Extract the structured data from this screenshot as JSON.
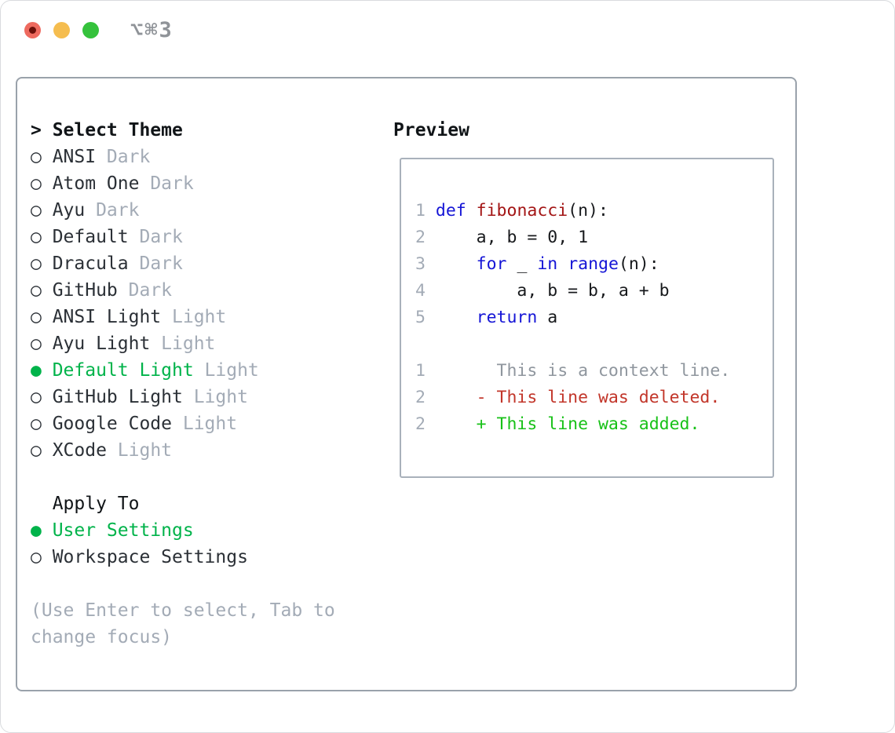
{
  "window": {
    "titlebar_label": "⌥⌘3"
  },
  "colors": {
    "panel_border": "#9aa2ab",
    "box_border": "#a9b1bb",
    "header_text": "#101417",
    "item_text": "#2b3036",
    "muted": "#a3abb6",
    "green": "#00b34a",
    "ln_gray": "#a3abb6",
    "kw_blue": "#1515d6",
    "fn_red": "#a31515",
    "code_text": "#17191c",
    "ctx_gray": "#8f969e",
    "del_red": "#c2362a",
    "add_green": "#17c117",
    "title_gray": "#8f9398",
    "tl_red": "#ee6a5f",
    "tl_red_dot": "#6b100a",
    "tl_yellow": "#f5bd4f",
    "tl_green": "#35c23c"
  },
  "picker": {
    "header_prefix": ">",
    "header": "Select Theme",
    "themes": [
      {
        "marker": "○",
        "name": "ANSI",
        "variant": "Dark",
        "selected": false
      },
      {
        "marker": "○",
        "name": "Atom One",
        "variant": "Dark",
        "selected": false
      },
      {
        "marker": "○",
        "name": "Ayu",
        "variant": "Dark",
        "selected": false
      },
      {
        "marker": "○",
        "name": "Default",
        "variant": "Dark",
        "selected": false
      },
      {
        "marker": "○",
        "name": "Dracula",
        "variant": "Dark",
        "selected": false
      },
      {
        "marker": "○",
        "name": "GitHub",
        "variant": "Dark",
        "selected": false
      },
      {
        "marker": "○",
        "name": "ANSI Light",
        "variant": "Light",
        "selected": false
      },
      {
        "marker": "○",
        "name": "Ayu Light",
        "variant": "Light",
        "selected": false
      },
      {
        "marker": "●",
        "name": "Default Light",
        "variant": "Light",
        "selected": true
      },
      {
        "marker": "○",
        "name": "GitHub Light",
        "variant": "Light",
        "selected": false
      },
      {
        "marker": "○",
        "name": "Google Code",
        "variant": "Light",
        "selected": false
      },
      {
        "marker": "○",
        "name": "XCode",
        "variant": "Light",
        "selected": false
      }
    ],
    "apply_to_header": "Apply To",
    "apply_options": [
      {
        "marker": "●",
        "label": "User Settings",
        "selected": true
      },
      {
        "marker": "○",
        "label": "Workspace Settings",
        "selected": false
      }
    ],
    "hint_line1": "(Use Enter to select, Tab to",
    "hint_line2": "change focus)"
  },
  "preview": {
    "header": "Preview",
    "code": [
      {
        "num": "1",
        "k1": "def",
        "p1": " ",
        "f1": "fibonacci",
        "p2": "(n):"
      },
      {
        "num": "2",
        "p1": "    a, b = 0, 1"
      },
      {
        "num": "3",
        "p1": "    ",
        "k1": "for",
        "p2": " _ ",
        "k2": "in",
        "p3": " ",
        "k3": "range",
        "p4": "(n):"
      },
      {
        "num": "4",
        "p1": "        a, b = b, a + b"
      },
      {
        "num": "5",
        "p1": "    ",
        "k1": "return",
        "p2": " a"
      }
    ],
    "diff": [
      {
        "num": "1",
        "text": "      This is a context line."
      },
      {
        "num": "2",
        "text": "    - This line was deleted."
      },
      {
        "num": "2",
        "text": "    + This line was added."
      }
    ]
  }
}
